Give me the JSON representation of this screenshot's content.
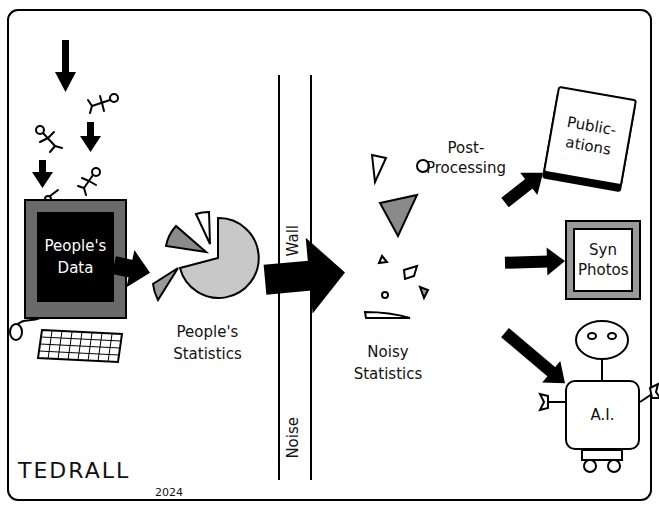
{
  "diagram": {
    "nodes": [
      {
        "text": [
          "People's Data"
        ]
      },
      {
        "text": [
          "People's Statistics"
        ]
      },
      {
        "text": [
          "Wall",
          "Noise"
        ]
      },
      {
        "text": [
          "Noisy Statistics"
        ]
      },
      {
        "text": [
          "Public- ations"
        ]
      },
      {
        "text": [
          "Syn Photos"
        ]
      },
      {
        "text": [
          "A.I."
        ]
      }
    ],
    "edges": [
      {
        "from": 0,
        "to": 1,
        "arrow": "to"
      },
      {
        "from": 1,
        "to": 3,
        "arrow": "to"
      },
      {
        "from": 3,
        "to": 4,
        "arrow": "to"
      },
      {
        "from": 3,
        "to": 5,
        "arrow": "to"
      },
      {
        "from": 3,
        "to": 6,
        "arrow": "to"
      }
    ],
    "labels": [
      "Post- Processing",
      "TEDRALL",
      "2024"
    ]
  }
}
